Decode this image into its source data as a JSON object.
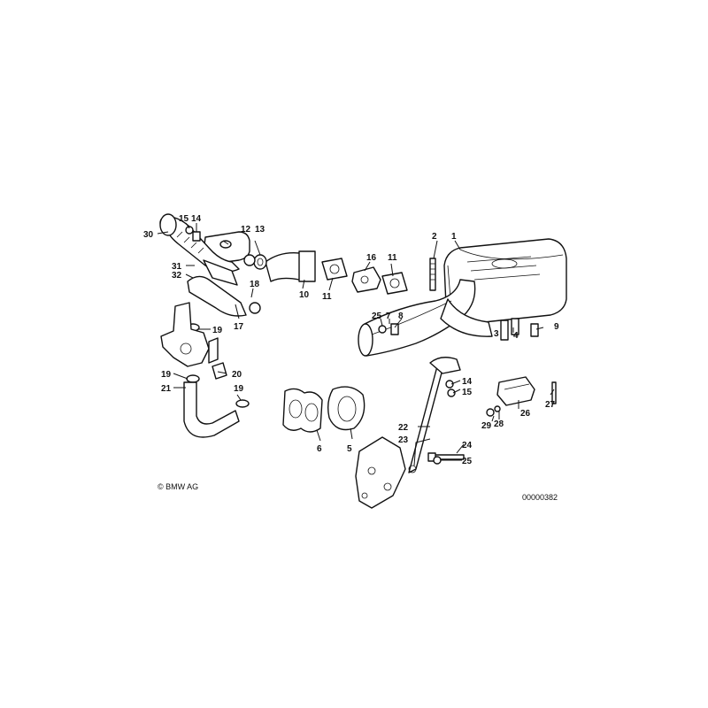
{
  "copyright": "© BMW AG",
  "diagram_id": "00000382",
  "callouts": [
    "1",
    "2",
    "3",
    "4",
    "5",
    "6",
    "7",
    "8",
    "9",
    "10",
    "11",
    "11",
    "12",
    "13",
    "14",
    "14",
    "15",
    "15",
    "16",
    "17",
    "18",
    "19",
    "19",
    "19",
    "20",
    "21",
    "22",
    "23",
    "24",
    "25",
    "25",
    "26",
    "27",
    "28",
    "29",
    "30",
    "31",
    "32"
  ]
}
